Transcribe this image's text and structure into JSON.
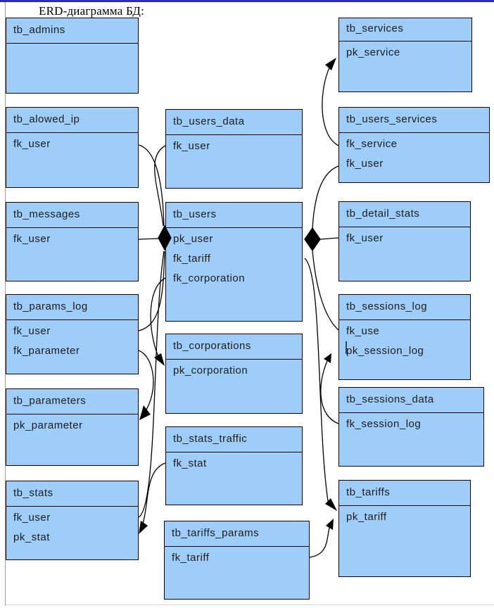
{
  "page": {
    "title": "ERD-диаграмма БД:"
  },
  "colors": {
    "box_fill": "#9dcdf8",
    "box_border": "#000000",
    "top_bar": "#2b2bb8",
    "connector": "#000000"
  },
  "tables": [
    {
      "name": "tb_admins",
      "fields": []
    },
    {
      "name": "tb_alowed_ip",
      "fields": [
        "fk_user"
      ]
    },
    {
      "name": "tb_messages",
      "fields": [
        "fk_user"
      ]
    },
    {
      "name": "tb_params_log",
      "fields": [
        "fk_user",
        "fk_parameter"
      ]
    },
    {
      "name": "tb_parameters",
      "fields": [
        "pk_parameter"
      ]
    },
    {
      "name": "tb_stats",
      "fields": [
        "fk_user",
        "pk_stat"
      ]
    },
    {
      "name": "tb_users_data",
      "fields": [
        "fk_user"
      ]
    },
    {
      "name": "tb_users",
      "fields": [
        "pk_user",
        "fk_tariff",
        "fk_corporation"
      ]
    },
    {
      "name": "tb_corporations",
      "fields": [
        "pk_corporation"
      ]
    },
    {
      "name": "tb_stats_traffic",
      "fields": [
        "fk_stat"
      ]
    },
    {
      "name": "tb_tariffs_params",
      "fields": [
        "fk_tariff"
      ]
    },
    {
      "name": "tb_services",
      "fields": [
        "pk_service"
      ]
    },
    {
      "name": "tb_users_services",
      "fields": [
        "fk_service",
        "fk_user"
      ]
    },
    {
      "name": "tb_detail_stats",
      "fields": [
        "fk_user"
      ]
    },
    {
      "name": "tb_sessions_log",
      "fields": [
        "fk_use",
        "pk_session_log"
      ]
    },
    {
      "name": "tb_sessions_data",
      "fields": [
        "fk_session_log"
      ]
    },
    {
      "name": "tb_tariffs",
      "fields": [
        "pk_tariff"
      ]
    }
  ],
  "relations": [
    {
      "from": "tb_alowed_ip.fk_user",
      "to": "tb_users.pk_user",
      "end": "diamond"
    },
    {
      "from": "tb_users_data.fk_user",
      "to": "tb_users.pk_user",
      "end": "diamond"
    },
    {
      "from": "tb_messages.fk_user",
      "to": "tb_users.pk_user",
      "end": "diamond"
    },
    {
      "from": "tb_params_log.fk_user",
      "to": "tb_users.pk_user",
      "end": "diamond"
    },
    {
      "from": "tb_stats.fk_user",
      "to": "tb_users.pk_user",
      "end": "diamond"
    },
    {
      "from": "tb_detail_stats.fk_user",
      "to": "tb_users.pk_user",
      "end": "diamond"
    },
    {
      "from": "tb_users_services.fk_user",
      "to": "tb_users.pk_user",
      "end": "diamond"
    },
    {
      "from": "tb_sessions_log.fk_use",
      "to": "tb_users.pk_user",
      "end": "diamond"
    },
    {
      "from": "tb_params_log.fk_parameter",
      "to": "tb_parameters.pk_parameter",
      "end": "arrow"
    },
    {
      "from": "tb_users.fk_corporation",
      "to": "tb_corporations.pk_corporation",
      "end": "arrow"
    },
    {
      "from": "tb_stats_traffic.fk_stat",
      "to": "tb_stats.pk_stat",
      "end": "arrow"
    },
    {
      "from": "tb_users_services.fk_service",
      "to": "tb_services.pk_service",
      "end": "arrow"
    },
    {
      "from": "tb_users.fk_tariff",
      "to": "tb_tariffs.pk_tariff",
      "end": "arrow"
    },
    {
      "from": "tb_tariffs_params.fk_tariff",
      "to": "tb_tariffs.pk_tariff",
      "end": "arrow"
    },
    {
      "from": "tb_sessions_data.fk_session_log",
      "to": "tb_sessions_log.pk_session_log",
      "end": "arrow"
    }
  ]
}
